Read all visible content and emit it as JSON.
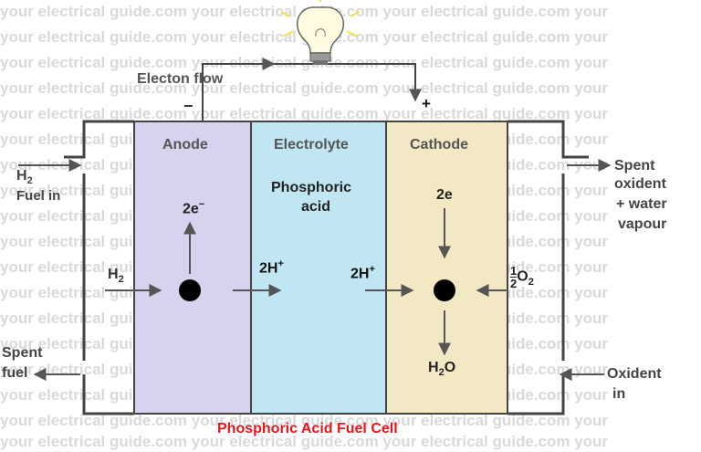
{
  "watermark": "your electrical guide.com your electrical guide.com your electrical guide.com your",
  "title": "Phosphoric Acid Fuel Cell",
  "electron_flow": "Electon flow",
  "minus_sign": "−",
  "plus_sign": "+",
  "zones": {
    "anode": "Anode",
    "electrolyte": "Electrolyte",
    "cathode": "Cathode"
  },
  "electrolyte_desc_1": "Phosphoric",
  "electrolyte_desc_2": "acid",
  "left": {
    "fuel_in_formula": "H",
    "fuel_in_sub": "2",
    "fuel_in": "Fuel in",
    "spent_fuel_1": "Spent",
    "spent_fuel_2": "fuel"
  },
  "right": {
    "spent_oxidant_1": "Spent",
    "spent_oxidant_2": "oxident",
    "spent_oxidant_3": "+ water",
    "spent_oxidant_4": "vapour",
    "oxidant_in_1": "Oxident",
    "oxidant_in_2": "in"
  },
  "anode_h2": "H",
  "anode_h2_sub": "2",
  "anode_electrons": "2e",
  "anode_electrons_sup": "−",
  "proton_left": "2H",
  "proton_left_sup": "+",
  "proton_right": "2H",
  "proton_right_sup": "+",
  "cathode_electrons": "2e",
  "oxygen_half_num": "1",
  "oxygen_half_den": "2",
  "oxygen_formula": "O",
  "oxygen_sub": "2",
  "water_formula": "H",
  "water_sub": "2",
  "water_o": "O",
  "colors": {
    "anode": "#d8d2ee",
    "electrolyte": "#bfe6f2",
    "cathode": "#f3e8c4",
    "title": "#e8161b"
  }
}
